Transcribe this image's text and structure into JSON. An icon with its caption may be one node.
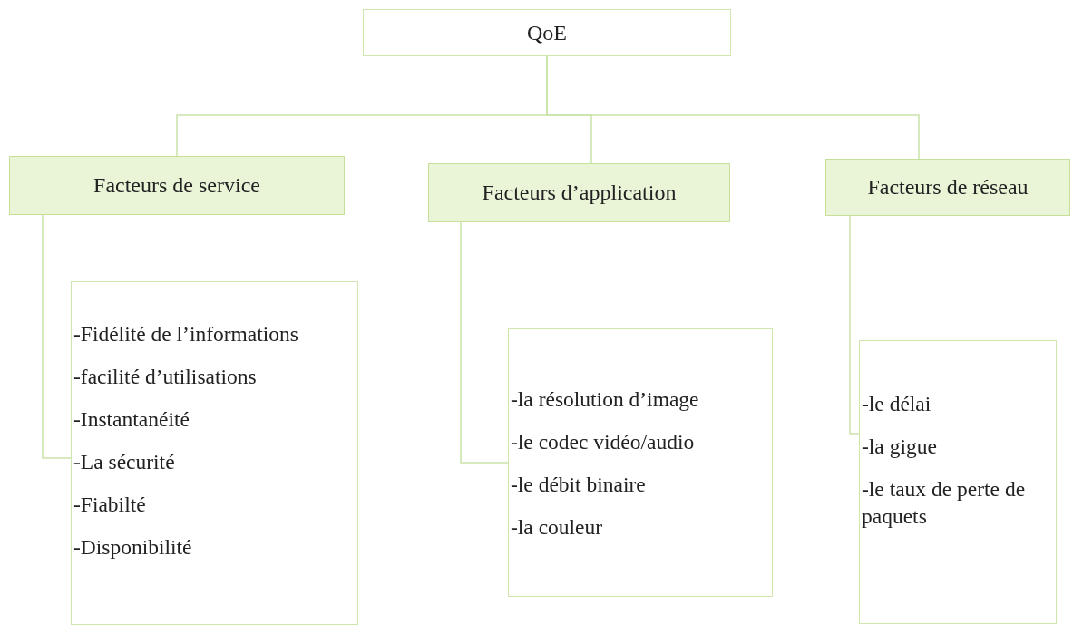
{
  "diagram": {
    "nodes": [
      {
        "text": [
          "QoE"
        ]
      },
      {
        "text": [
          "Facteurs de service"
        ]
      },
      {
        "text": [
          "Facteurs d’application"
        ]
      },
      {
        "text": [
          "Facteurs de réseau"
        ]
      },
      {
        "text": [
          "-Fidélité de l’informations",
          "-facilité d’utilisations",
          "-Instantanéité",
          "-La sécurité",
          "-Fiabilté",
          "-Disponibilité"
        ]
      },
      {
        "text": [
          "-la résolution d’image",
          "-le codec vidéo/audio",
          "-le débit binaire",
          "-la couleur"
        ]
      },
      {
        "text": [
          "-le délai",
          "-la gigue",
          "-le taux de perte de paquets"
        ]
      }
    ],
    "edges": [
      {
        "from": 0,
        "to": 1,
        "arrow": "none"
      },
      {
        "from": 0,
        "to": 2,
        "arrow": "none"
      },
      {
        "from": 0,
        "to": 3,
        "arrow": "none"
      },
      {
        "from": 1,
        "to": 4,
        "arrow": "none"
      },
      {
        "from": 2,
        "to": 5,
        "arrow": "none"
      },
      {
        "from": 3,
        "to": 6,
        "arrow": "none"
      }
    ]
  }
}
